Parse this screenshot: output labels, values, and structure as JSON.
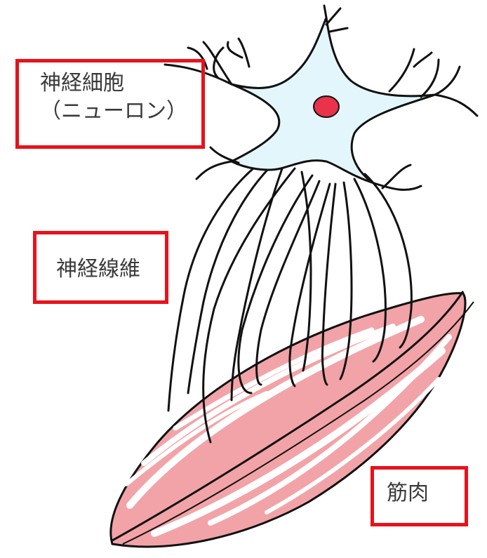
{
  "labels": {
    "neuron_line1": "神経細胞",
    "neuron_line2": "（ニューロン）",
    "nerve_fiber": "神経線維",
    "muscle": "筋肉"
  },
  "colors": {
    "label_border": "#e8121b",
    "cell_body_fill": "#e3f6fb",
    "nucleus": "#e8334a",
    "muscle_fill": "#f2a3a7",
    "outline": "#111111",
    "label_text": "#3a3a3a"
  }
}
